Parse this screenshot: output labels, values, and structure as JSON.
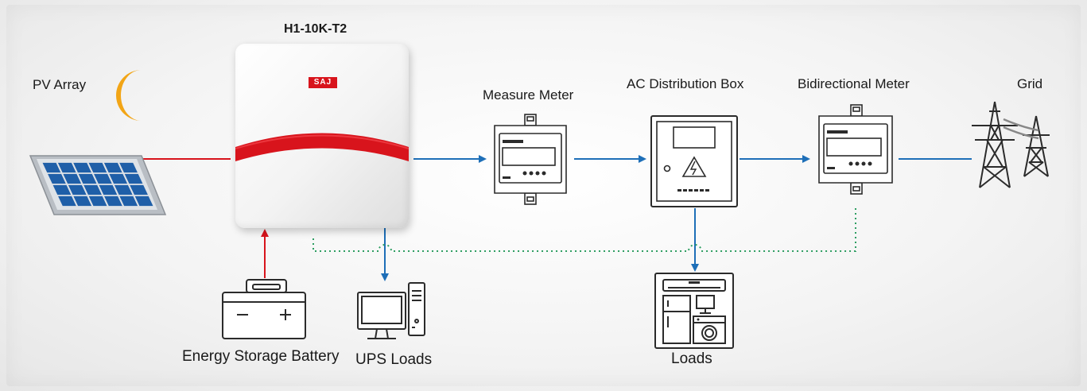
{
  "title": "H1-10K-T2",
  "labels": {
    "pv_array": "PV Array",
    "measure_meter": "Measure Meter",
    "ac_box": "AC Distribution Box",
    "bidirectional_meter": "Bidirectional Meter",
    "grid": "Grid",
    "battery": "Energy Storage Battery",
    "ups_loads": "UPS Loads",
    "loads": "Loads"
  },
  "inverter_logo": "SAJ",
  "colors": {
    "dc_line": "#d8141c",
    "ac_line": "#1e6fb8",
    "comm_line": "#2e9e62",
    "moon": "#f2a516",
    "solar_panel": "#1f5fa8",
    "inverter_band": "#d8141c",
    "device_stroke": "#2b2b2b"
  }
}
